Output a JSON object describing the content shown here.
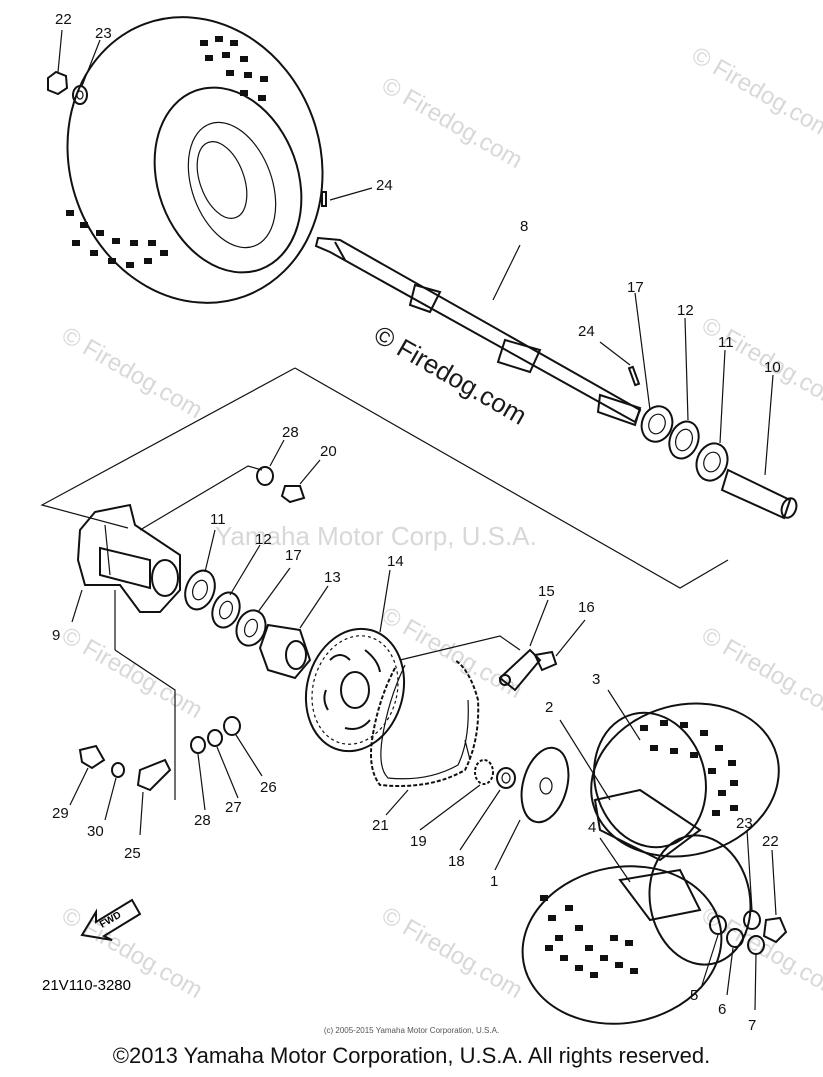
{
  "watermarks": {
    "firedog": "© Firedog.com",
    "yamaha_center": "Yamaha Motor Corp, U.S.A."
  },
  "center_watermark": "© Firedog.com",
  "drawing_code": "21V110-3280",
  "fwd_label": "FWD",
  "small_copyright": "(c) 2005-2015 Yamaha Motor Corporation, U.S.A.",
  "copyright": "©2013 Yamaha Motor Corporation, U.S.A. All rights reserved.",
  "callouts": [
    "22",
    "23",
    "24",
    "8",
    "17",
    "12",
    "11",
    "10",
    "24",
    "28",
    "20",
    "11",
    "12",
    "17",
    "13",
    "14",
    "9",
    "15",
    "16",
    "3",
    "2",
    "29",
    "30",
    "25",
    "28",
    "27",
    "26",
    "21",
    "19",
    "18",
    "1",
    "4",
    "23",
    "22",
    "5",
    "6",
    "7"
  ]
}
